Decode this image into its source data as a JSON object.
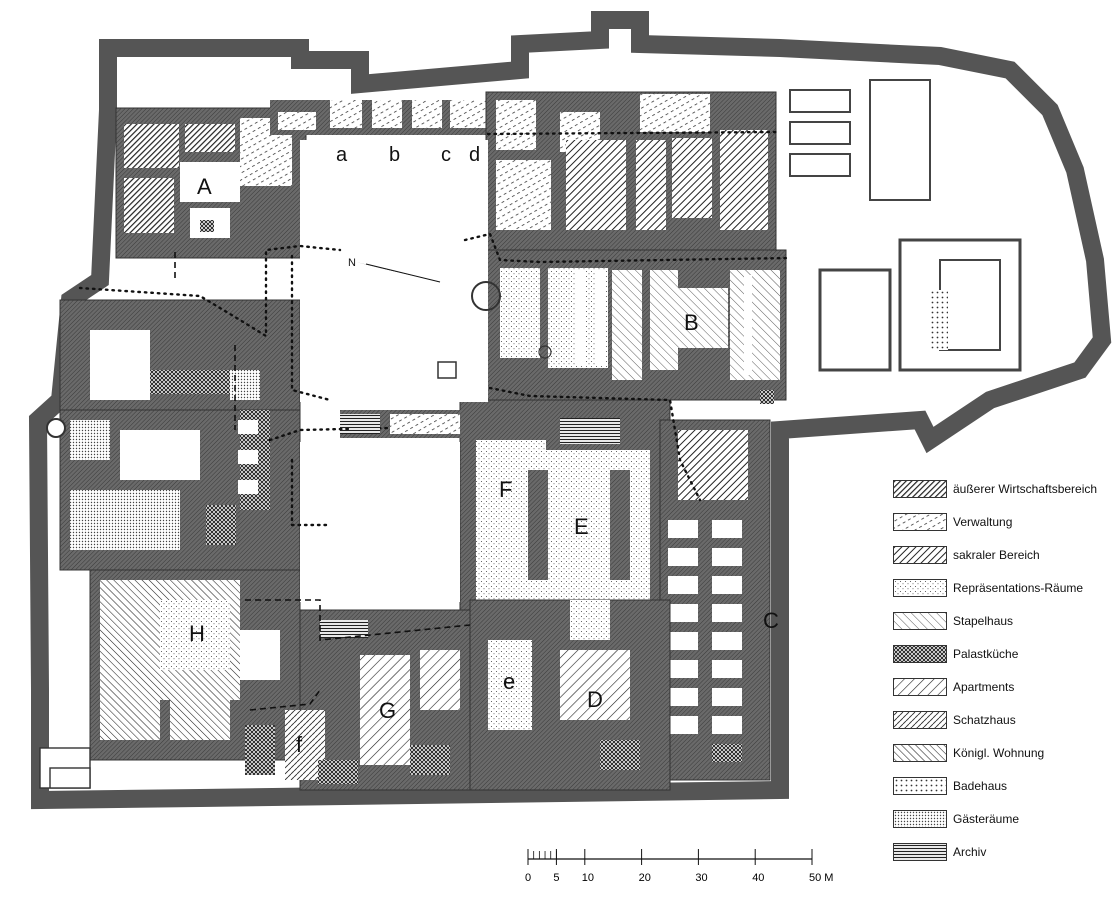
{
  "zone_labels": {
    "A": "A",
    "B": "B",
    "C": "C",
    "D": "D",
    "E": "E",
    "F": "F",
    "G": "G",
    "H": "H",
    "e": "e",
    "f": "f",
    "a": "a",
    "b": "b",
    "c": "c",
    "d": "d"
  },
  "legend": [
    {
      "label": "äußerer Wirtschaftsbereich",
      "pattern": "pat-wirtschaft"
    },
    {
      "label": "Verwaltung",
      "pattern": "pat-verwaltung"
    },
    {
      "label": "sakraler Bereich",
      "pattern": "pat-sakral"
    },
    {
      "label": "Repräsentations-Räume",
      "pattern": "pat-repr"
    },
    {
      "label": "Stapelhaus",
      "pattern": "pat-stapel"
    },
    {
      "label": "Palastküche",
      "pattern": "pat-kueche"
    },
    {
      "label": "Apartments",
      "pattern": "pat-apart"
    },
    {
      "label": "Schatzhaus",
      "pattern": "pat-schatz"
    },
    {
      "label": "Königl. Wohnung",
      "pattern": "pat-koenig"
    },
    {
      "label": "Badehaus",
      "pattern": "pat-bade"
    },
    {
      "label": "Gästeräume",
      "pattern": "pat-gaeste"
    },
    {
      "label": "Archiv",
      "pattern": "pat-archiv"
    }
  ],
  "scale_bar": {
    "ticks": [
      "0",
      "5",
      "10",
      "20",
      "30",
      "40",
      "50 M"
    ],
    "tick_values": [
      0,
      5,
      10,
      20,
      30,
      40,
      50
    ]
  },
  "colors": {
    "wall": "#555555",
    "ink": "#111111",
    "paper": "#ffffff"
  }
}
